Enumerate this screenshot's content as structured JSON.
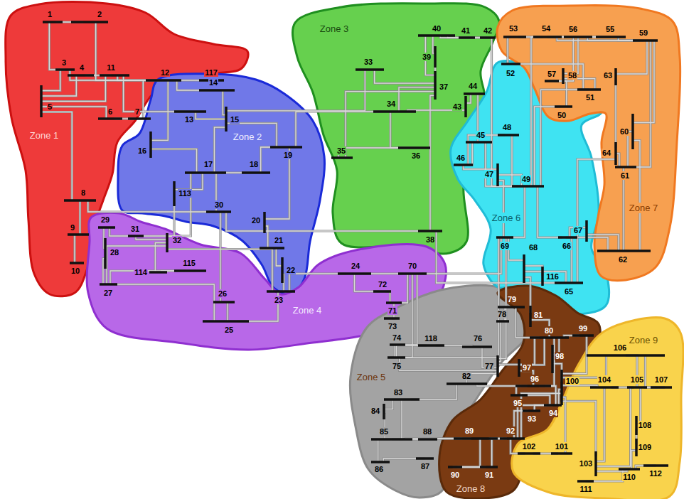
{
  "diagram": {
    "nodes": [
      {
        "text": [
          "Zone 1"
        ]
      },
      {
        "text": [
          "Zone 2"
        ]
      },
      {
        "text": [
          "Zone 3"
        ]
      },
      {
        "text": [
          "Zone 4"
        ]
      },
      {
        "text": [
          "Zone 5"
        ]
      },
      {
        "text": [
          "Zone 6"
        ]
      },
      {
        "text": [
          "Zone 7"
        ]
      },
      {
        "text": [
          "Zone 8"
        ]
      },
      {
        "text": [
          "Zone 9"
        ]
      }
    ],
    "labels": [
      "1",
      "2",
      "3",
      "4",
      "5",
      "6",
      "7",
      "8",
      "9",
      "10",
      "11",
      "12",
      "13",
      "14",
      "15",
      "16",
      "17",
      "18",
      "19",
      "20",
      "21",
      "22",
      "23",
      "24",
      "25",
      "26",
      "27",
      "28",
      "29",
      "30",
      "31",
      "32",
      "33",
      "34",
      "35",
      "36",
      "37",
      "38",
      "39",
      "40",
      "41",
      "42",
      "43",
      "44",
      "45",
      "46",
      "47",
      "48",
      "49",
      "50",
      "51",
      "52",
      "53",
      "54",
      "55",
      "56",
      "57",
      "58",
      "59",
      "60",
      "61",
      "62",
      "63",
      "64",
      "65",
      "66",
      "67",
      "68",
      "69",
      "70",
      "71",
      "72",
      "73",
      "74",
      "75",
      "76",
      "77",
      "78",
      "79",
      "80",
      "81",
      "82",
      "83",
      "84",
      "85",
      "86",
      "87",
      "88",
      "89",
      "90",
      "91",
      "92",
      "93",
      "94",
      "95",
      "96",
      "97",
      "98",
      "99",
      "100",
      "101",
      "102",
      "103",
      "104",
      "105",
      "106",
      "107",
      "108",
      "109",
      "110",
      "111",
      "112",
      "113",
      "114",
      "115",
      "116",
      "117",
      "118"
    ]
  }
}
